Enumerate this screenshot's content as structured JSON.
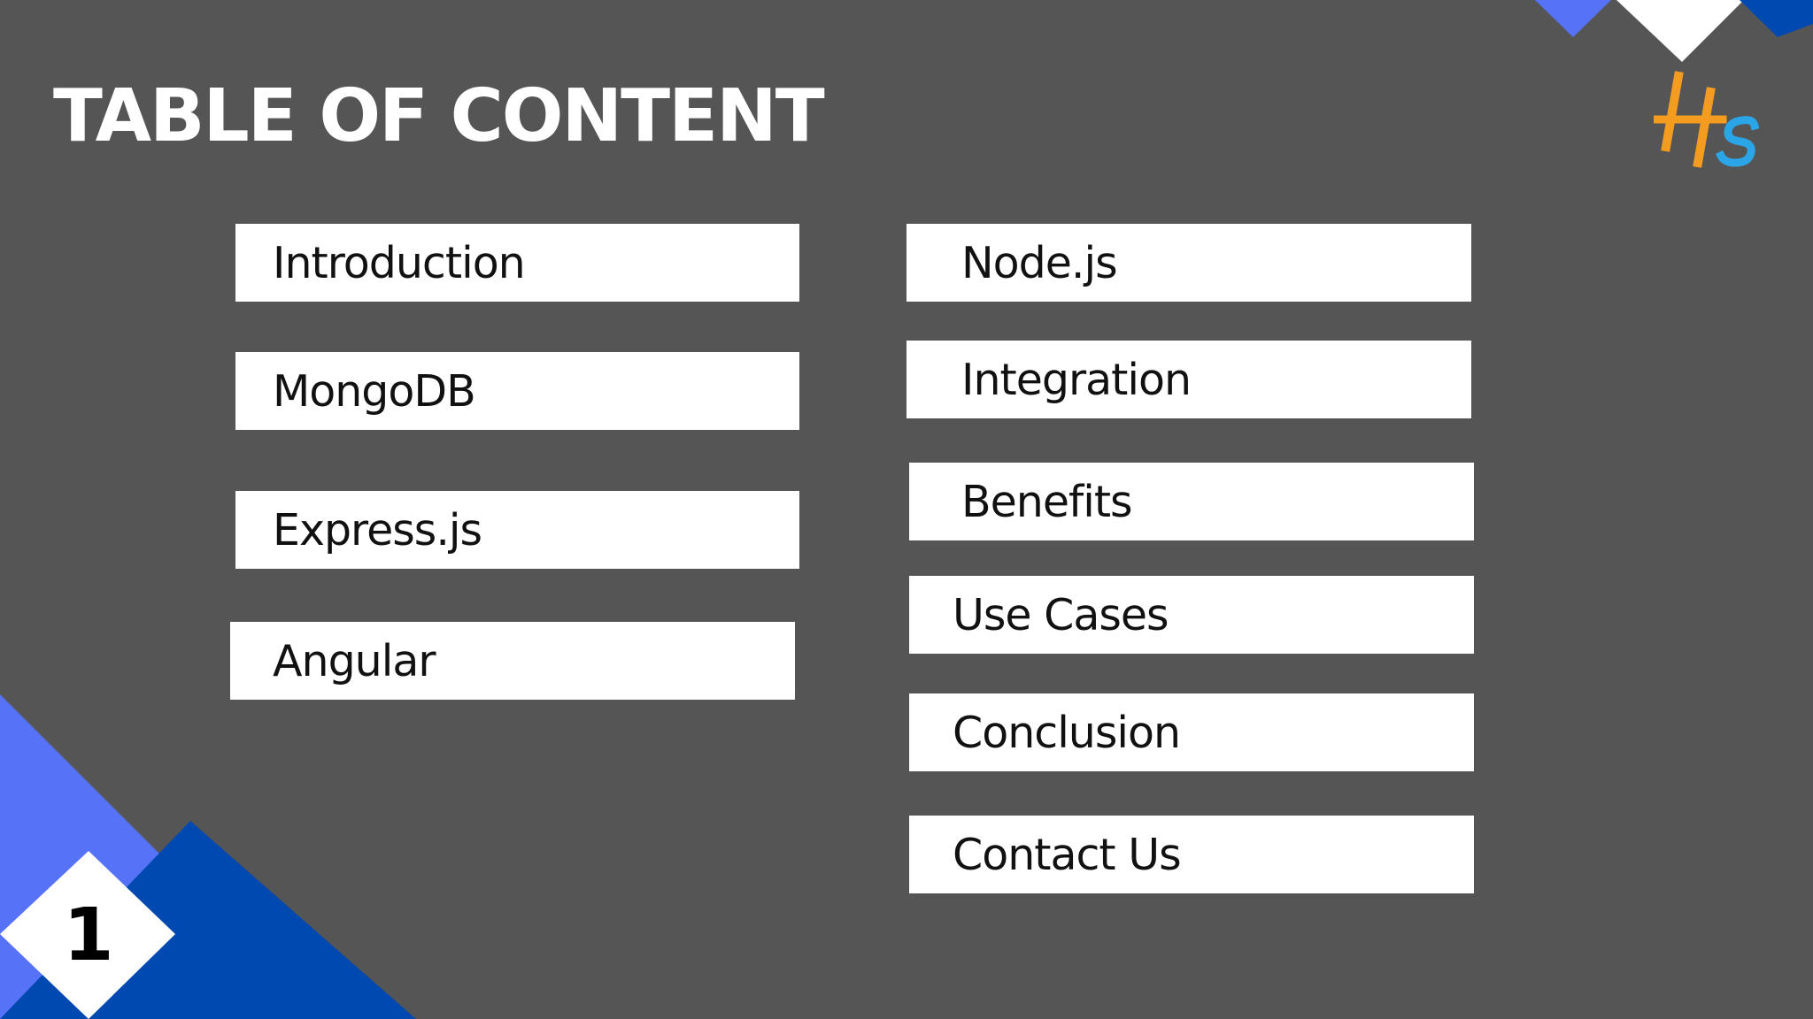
{
  "slide": {
    "title": "TABLE OF CONTENT",
    "page_number": "1"
  },
  "toc": {
    "left_column": [
      {
        "label": "Introduction"
      },
      {
        "label": "MongoDB"
      },
      {
        "label": "Express.js"
      },
      {
        "label": "Angular"
      }
    ],
    "right_column": [
      {
        "label": "Node.js"
      },
      {
        "label": "Integration"
      },
      {
        "label": "Benefits"
      },
      {
        "label": "Use Cases"
      },
      {
        "label": "Conclusion"
      },
      {
        "label": "Contact Us"
      }
    ]
  },
  "logo": {
    "text": "HS",
    "primary_color": "#F39C1F",
    "secondary_color": "#2AA5E8"
  },
  "colors": {
    "background": "#555555",
    "accent_light_blue": "#5672F7",
    "accent_dark_blue": "#0049B0",
    "item_background": "#FFFFFF",
    "title_text": "#FFFFFF"
  }
}
